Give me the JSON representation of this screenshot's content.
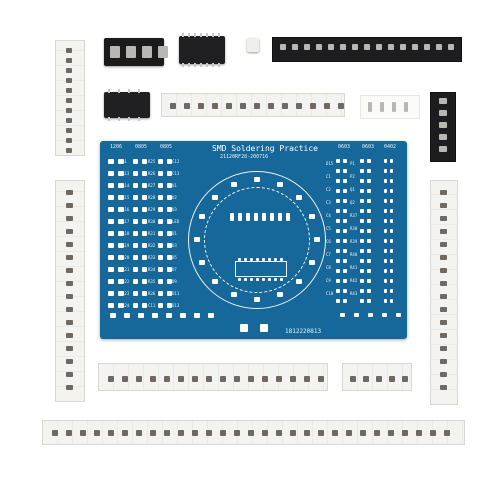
{
  "pcb": {
    "title": "SMD Soldering Practice",
    "subtitle": "21120RF28-200716",
    "serial": "1812220813",
    "size_labels": [
      "1206",
      "0805",
      "0805",
      "0603",
      "0603",
      "0402"
    ],
    "labels": [
      "R1",
      "R13",
      "R14",
      "R15",
      "R16",
      "R17",
      "R18",
      "R19",
      "R20",
      "R21",
      "R22",
      "R23",
      "R24",
      "R25",
      "R26",
      "R27",
      "R28",
      "R29",
      "R30",
      "R31",
      "R32",
      "R33",
      "R34",
      "R35",
      "R36",
      "C11",
      "C12",
      "C13",
      "U1",
      "U2",
      "U3",
      "LED",
      "D1",
      "D3",
      "D5",
      "D7",
      "D9",
      "D11",
      "D13",
      "D15",
      "C1",
      "C2",
      "C3",
      "C4",
      "C5",
      "C6",
      "C7",
      "C8",
      "C9",
      "C10",
      "P1",
      "P2",
      "Q1",
      "Q2",
      "R37",
      "R38",
      "R39",
      "R40",
      "R41",
      "R42",
      "R43"
    ]
  },
  "colors": {
    "pcb": "#16679a",
    "silkscreen": "#e9f2f8",
    "tape": "#f3f3f0",
    "component": "#6e6a62",
    "ic": "#202022"
  }
}
